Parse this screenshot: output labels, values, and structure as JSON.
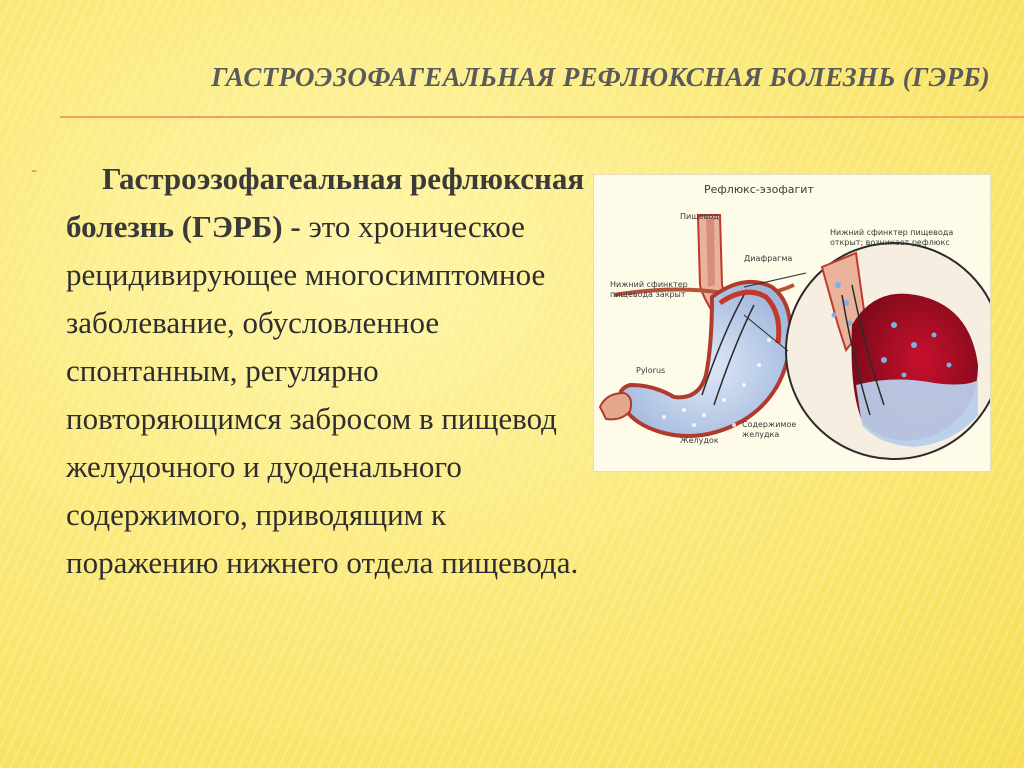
{
  "slide": {
    "title": "ГАСТРОЭЗОФАГЕАЛЬНАЯ РЕФЛЮКСНАЯ БОЛЕЗНЬ (ГЭРБ)",
    "bullet_marker": "⁃",
    "body": {
      "lead": "Гастроэзофагеальная рефлюксная болезнь (ГЭРБ) -",
      "rest": "это хроническое рецидивирующее многосимптомное заболевание, обусловленное спонтанным, регулярно повторяющимся забросом в пищевод желудочного и дуоденального содержимого, приводящим к поражению нижнего отдела пищевода."
    }
  },
  "figure": {
    "title": "Рефлюкс-эзофагит",
    "labels": {
      "esophagus": "Пищевод",
      "diaphragm": "Диафрагма",
      "lower_sphincter_closed_1": "Нижний сфинктер",
      "lower_sphincter_closed_2": "пищевода закрыт",
      "lower_sphincter_open_1": "Нижний сфинктер пищевода",
      "lower_sphincter_open_2": "открыт; возникает рефлюкс",
      "pylorus": "Pylorus",
      "stomach": "Желудок",
      "stomach_contents_1": "Содержимое",
      "stomach_contents_2": "желудка"
    }
  },
  "colors": {
    "title": "#5a5a5a",
    "rule": "#f0a060",
    "body_text": "#2e2e2e"
  }
}
